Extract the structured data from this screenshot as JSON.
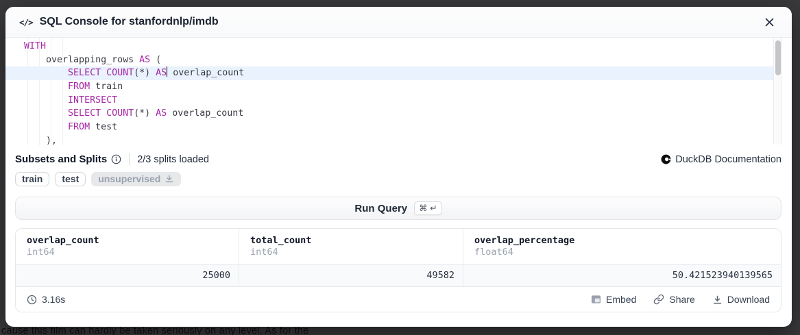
{
  "theme": {
    "kw": "#a626a4",
    "active-line": "#e9f2fd",
    "border": "#e5e7eb"
  },
  "backdrop": {
    "text": "cause this film can hardly be taken seriously on any level. As for the"
  },
  "header": {
    "code_icon": "</>",
    "title": "SQL Console for stanfordnlp/imdb"
  },
  "editor": {
    "lines": [
      [
        "WITH"
      ],
      [
        "    overlapping_rows ",
        "AS",
        " ("
      ],
      [
        "        ",
        "SELECT",
        " ",
        "COUNT",
        "(*) ",
        "AS",
        " overlap_count"
      ],
      [
        "        ",
        "FROM",
        " train"
      ],
      [
        "        ",
        "INTERSECT"
      ],
      [
        "        ",
        "SELECT",
        " ",
        "COUNT",
        "(*) ",
        "AS",
        " overlap_count"
      ],
      [
        "        ",
        "FROM",
        " test"
      ],
      [
        "    ),"
      ]
    ]
  },
  "subsets": {
    "label": "Subsets and Splits",
    "status": "2/3 splits loaded",
    "splits": [
      {
        "name": "train",
        "loaded": true
      },
      {
        "name": "test",
        "loaded": true
      },
      {
        "name": "unsupervised",
        "loaded": false
      }
    ],
    "doc_link": "DuckDB Documentation"
  },
  "run_query": {
    "label": "Run Query",
    "shortcut": "⌘ ↵"
  },
  "results": {
    "columns": [
      {
        "name": "overlap_count",
        "type": "int64"
      },
      {
        "name": "total_count",
        "type": "int64"
      },
      {
        "name": "overlap_percentage",
        "type": "float64"
      }
    ],
    "rows": [
      [
        "25000",
        "49582",
        "50.421523940139565"
      ]
    ],
    "duration": "3.16s",
    "actions": [
      "Embed",
      "Share",
      "Download"
    ]
  }
}
